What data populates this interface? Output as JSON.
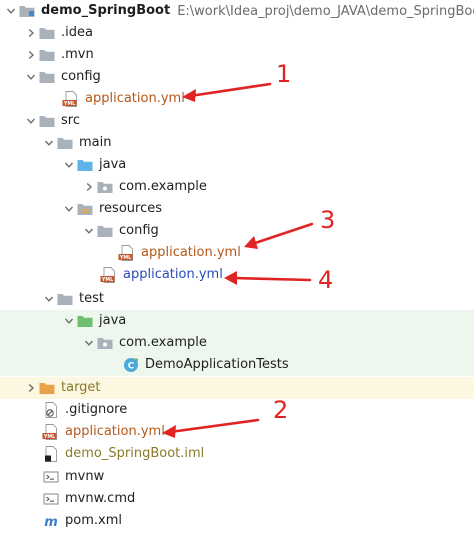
{
  "tree": {
    "root": {
      "label": "demo_SpringBoot",
      "path": "E:\\work\\Idea_proj\\demo_JAVA\\demo_SpringBoot"
    },
    "idea": ".idea",
    "mvn": ".mvn",
    "config": "config",
    "config_yml": "application.yml",
    "src": "src",
    "main": "main",
    "java": "java",
    "com_example": "com.example",
    "resources": "resources",
    "res_config": "config",
    "res_config_yml": "application.yml",
    "res_yml": "application.yml",
    "test": "test",
    "test_java": "java",
    "test_com_example": "com.example",
    "tests_class": "DemoApplicationTests",
    "target": "target",
    "gitignore": ".gitignore",
    "root_yml": "application.yml",
    "iml": "demo_SpringBoot.iml",
    "mvnw": "mvnw",
    "mvnw_cmd": "mvnw.cmd",
    "pom": "pom.xml"
  },
  "annotations": {
    "n1": "1",
    "n2": "2",
    "n3": "3",
    "n4": "4"
  },
  "colors": {
    "folder": "#a9b1bb",
    "folder_java_src": "#5fb3e6",
    "folder_test_src": "#6fbf6f",
    "folder_target": "#e8a34a",
    "annotation_red": "#e02323",
    "yml_label": "#b4581a",
    "selected_blue": "#2a4bb8"
  }
}
